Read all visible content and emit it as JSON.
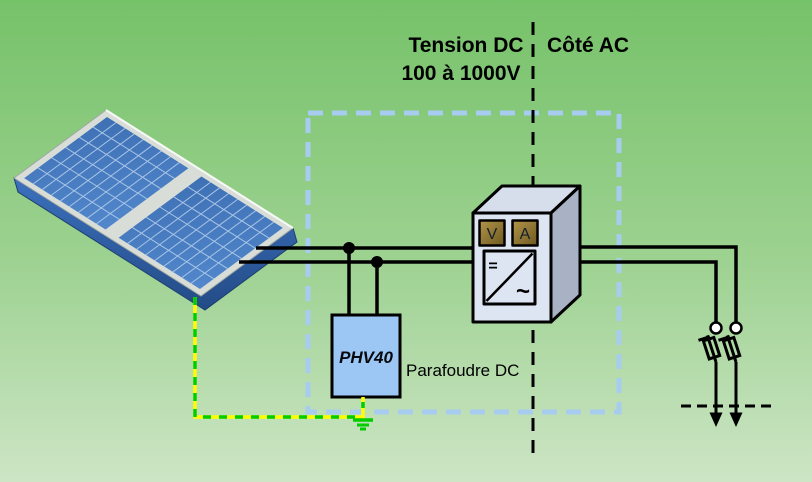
{
  "diagram": {
    "title_zone_dc_line1": "Tension DC",
    "title_zone_dc_line2": "100 à 1000V",
    "title_zone_ac": "Côté AC",
    "surge_protector": {
      "model": "PHV40",
      "caption": "Parafoudre DC"
    },
    "inverter": {
      "voltmeter_letter": "V",
      "ammeter_letter": "A",
      "dc_symbol": "=",
      "ac_symbol": "~"
    }
  },
  "colors": {
    "background_top": "#76C269",
    "background_bottom": "#CDE5C5",
    "dc_zone_dash_blue": "#A7CCEF",
    "separator_dash_black": "#000000",
    "wire_black": "#000000",
    "earth_wire_yellow": "#FFFF00",
    "earth_wire_green": "#00CC00",
    "surge_box_fill": "#9CC7F5",
    "inverter_front": "#DDE4F2",
    "inverter_side": "#A9B2C4",
    "meter_badge_gold": "#8F7527",
    "panel_cell_blue": "#4678BE",
    "panel_edge_blue": "#2E5FA6"
  }
}
